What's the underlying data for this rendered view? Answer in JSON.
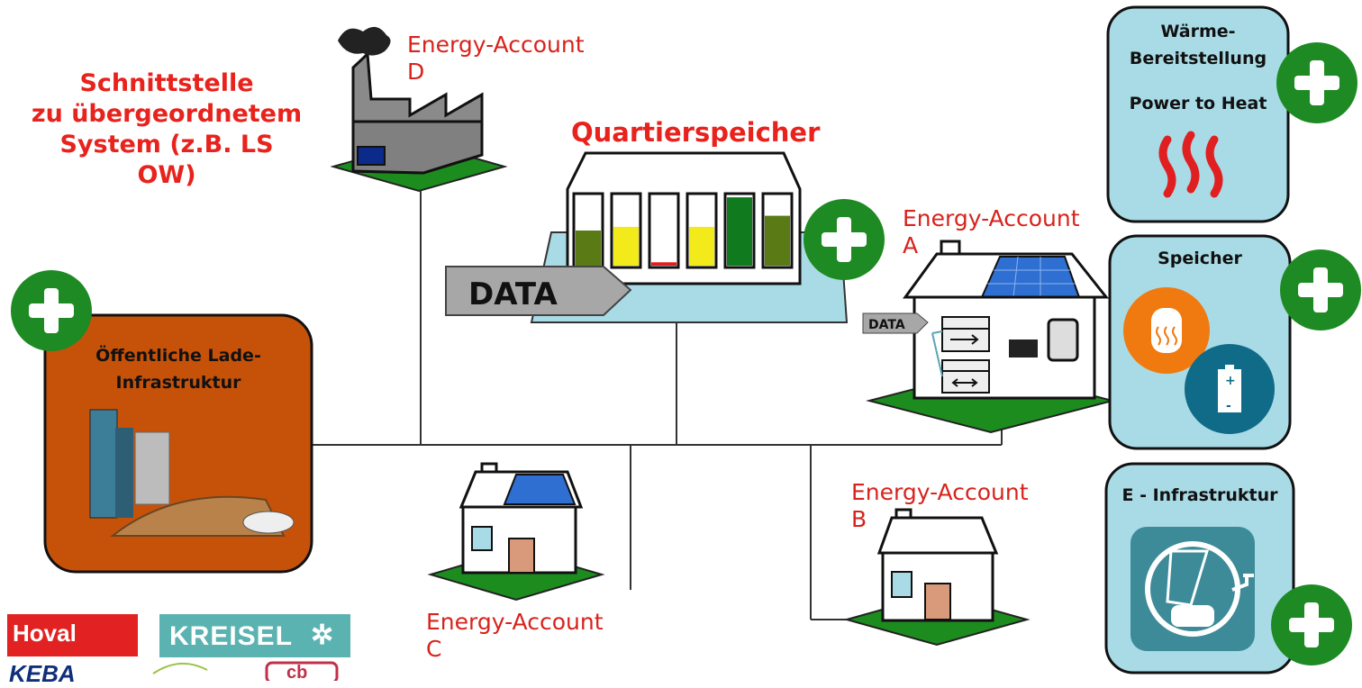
{
  "interface": {
    "title": "Schnittstelle\nzu übergeordnetem\nSystem (z.B. LS OW)"
  },
  "storage": {
    "title": "Quartierspeicher",
    "data_label": "DATA",
    "battery_levels": [
      0.5,
      0.55,
      0.07,
      0.55,
      0.95,
      0.7
    ],
    "battery_colors": [
      "#5a7a16",
      "#f2ea1a",
      "#e21e1e",
      "#f2ea1a",
      "#0f7a1e",
      "#5a7a16"
    ]
  },
  "accounts": {
    "a": "Energy-Account\nA",
    "b": "Energy-Account\nB",
    "c": "Energy-Account\nC",
    "d": "Energy-Account\nD"
  },
  "house_a": {
    "data_label": "DATA"
  },
  "charging": {
    "title": "Öffentliche Lade-\nInfrastruktur"
  },
  "cards": {
    "heat": {
      "title": "Wärme-\nBereitstellung",
      "subtitle": "Power to Heat"
    },
    "storage": {
      "title": "Speicher"
    },
    "infra": {
      "title": "E - Infrastruktur"
    }
  },
  "logos": {
    "hoval": "Hoval",
    "kreisel": "KREISEL",
    "keba": "KEBA",
    "cb": "cb"
  },
  "colors": {
    "accent_red": "#e8221c",
    "plus_green": "#1e8a23",
    "card_blue": "#a9dbe6",
    "charging_orange": "#c6520a",
    "ground_green": "#1d8c1f"
  }
}
